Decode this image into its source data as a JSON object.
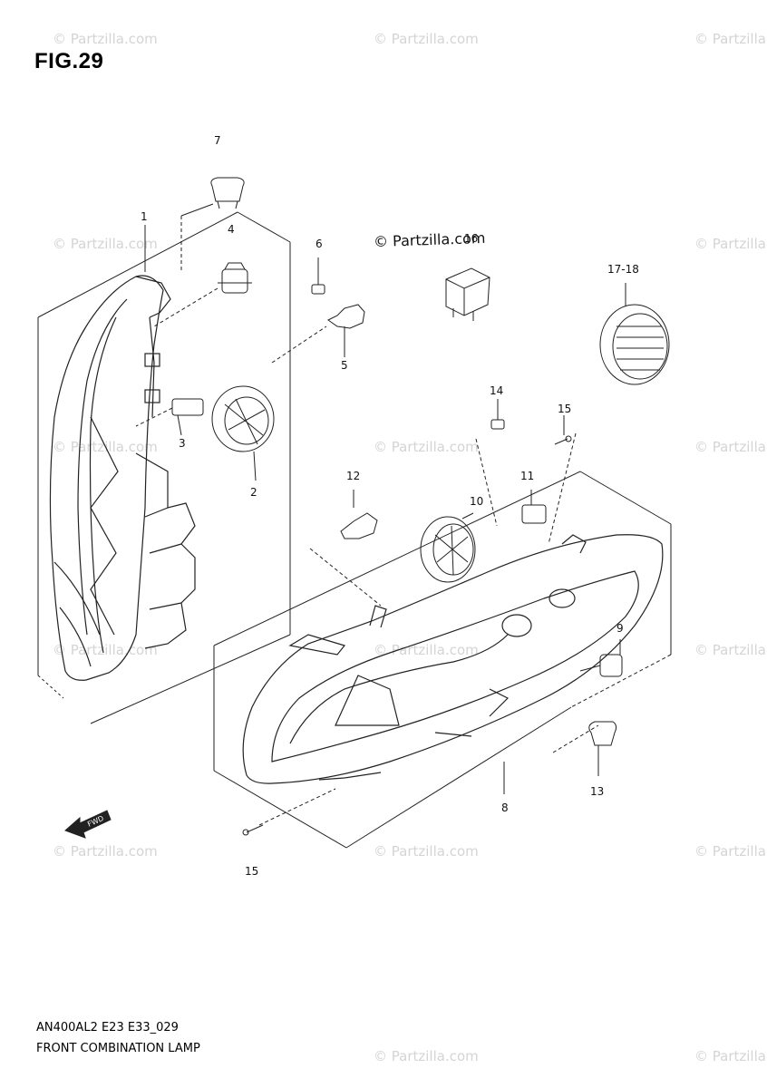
{
  "figure": {
    "title": "FIG.29",
    "diagram_code": "AN400AL2 E23 E33_029",
    "caption": "FRONT COMBINATION LAMP",
    "fwd_arrow": "FWD"
  },
  "watermark": {
    "text": "© Partzilla.com",
    "prominent_text": "© Partzilla.com"
  },
  "callouts": [
    {
      "id": "1",
      "label": "1"
    },
    {
      "id": "2",
      "label": "2"
    },
    {
      "id": "3",
      "label": "3"
    },
    {
      "id": "4",
      "label": "4"
    },
    {
      "id": "5",
      "label": "5"
    },
    {
      "id": "6",
      "label": "6"
    },
    {
      "id": "7",
      "label": "7"
    },
    {
      "id": "8",
      "label": "8"
    },
    {
      "id": "9",
      "label": "9"
    },
    {
      "id": "10",
      "label": "10"
    },
    {
      "id": "11",
      "label": "11"
    },
    {
      "id": "12",
      "label": "12"
    },
    {
      "id": "13",
      "label": "13"
    },
    {
      "id": "14",
      "label": "14"
    },
    {
      "id": "15a",
      "label": "15"
    },
    {
      "id": "15b",
      "label": "15"
    },
    {
      "id": "16",
      "label": "16"
    },
    {
      "id": "17-18",
      "label": "17-18"
    }
  ]
}
